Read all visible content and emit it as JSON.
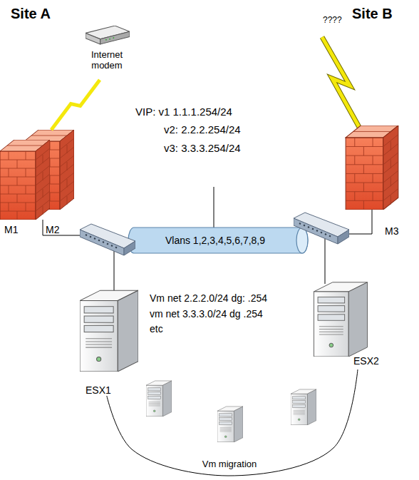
{
  "diagram": {
    "nodes": [
      {
        "text": [
          "Internet modem"
        ]
      },
      {
        "text": [
          "M1"
        ]
      },
      {
        "text": [
          "M2"
        ]
      },
      {
        "text": [
          "M3"
        ]
      },
      {
        "text": [
          "Vlans 1,2,3,4,5,6,7,8,9"
        ]
      },
      {
        "text": [
          "ESX1"
        ]
      },
      {
        "text": [
          "ESX2"
        ]
      }
    ],
    "edges": [
      {
        "from": 0,
        "to": 2,
        "arrow": "none"
      },
      {
        "from": 5,
        "to": 6,
        "label": "Vm migration",
        "arrow": "none"
      }
    ],
    "labels": [
      "Site A",
      "Site B",
      "????",
      "VIP: v1 1.1.1.254/24",
      "v2: 2.2.2.254/24",
      "v3: 3.3.3.254/24",
      "Vm net 2.2.2.0/24 dg: .254",
      "vm net 3.3.3.0/24 dg .254",
      "etc"
    ]
  }
}
